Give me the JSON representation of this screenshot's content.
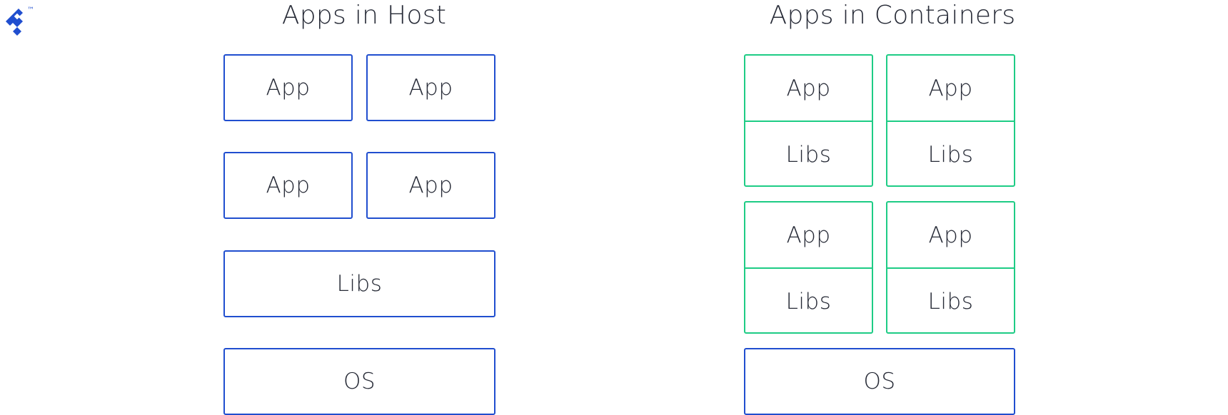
{
  "logo": {
    "icon": "toptal-logo-icon",
    "trademark": "™",
    "color": "#204ecf"
  },
  "colors": {
    "host_border": "#204ecf",
    "container_border": "#1ecc85",
    "text": "#262a36"
  },
  "host": {
    "title": "Apps in Host",
    "apps": [
      "App",
      "App",
      "App",
      "App"
    ],
    "libs": "Libs",
    "os": "OS"
  },
  "containers": {
    "title": "Apps in Containers",
    "items": [
      {
        "app": "App",
        "libs": "Libs"
      },
      {
        "app": "App",
        "libs": "Libs"
      },
      {
        "app": "App",
        "libs": "Libs"
      },
      {
        "app": "App",
        "libs": "Libs"
      }
    ],
    "os": "OS"
  }
}
